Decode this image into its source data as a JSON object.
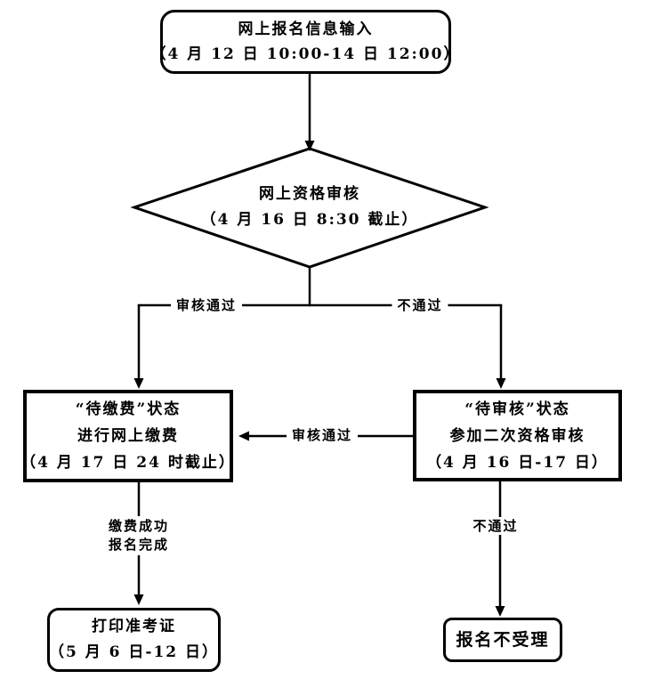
{
  "flowchart": {
    "background": "#ffffff",
    "line_color": "#000000",
    "text_color": "#000000",
    "nodes": {
      "start": {
        "shape": "rounded-rectangle",
        "lines": [
          "网上报名信息输入",
          "（4 月 12 日 10:00-14 日 12:00）"
        ]
      },
      "qualification_review": {
        "shape": "diamond",
        "lines": [
          "网上资格审核",
          "（4 月 16 日 8:30 截止）"
        ]
      },
      "pending_payment": {
        "shape": "rectangle",
        "lines": [
          "“待缴费”状态",
          "进行网上缴费",
          "（4 月 17 日 24 时截止）"
        ]
      },
      "pending_review": {
        "shape": "rectangle",
        "lines": [
          "“待审核”状态",
          "参加二次资格审核",
          "（4 月 16 日-17 日）"
        ]
      },
      "print_ticket": {
        "shape": "rounded-rectangle",
        "lines": [
          "打印准考证",
          "（5 月 6 日-12 日）"
        ]
      },
      "not_accepted": {
        "shape": "rounded-rectangle",
        "lines": [
          "报名不受理"
        ]
      }
    },
    "edge_labels": {
      "review_pass": "审核通过",
      "review_fail": "不通过",
      "second_review_pass": "审核通过",
      "payment_success": [
        "缴费成功",
        "报名完成"
      ],
      "second_review_fail": "不通过"
    }
  }
}
